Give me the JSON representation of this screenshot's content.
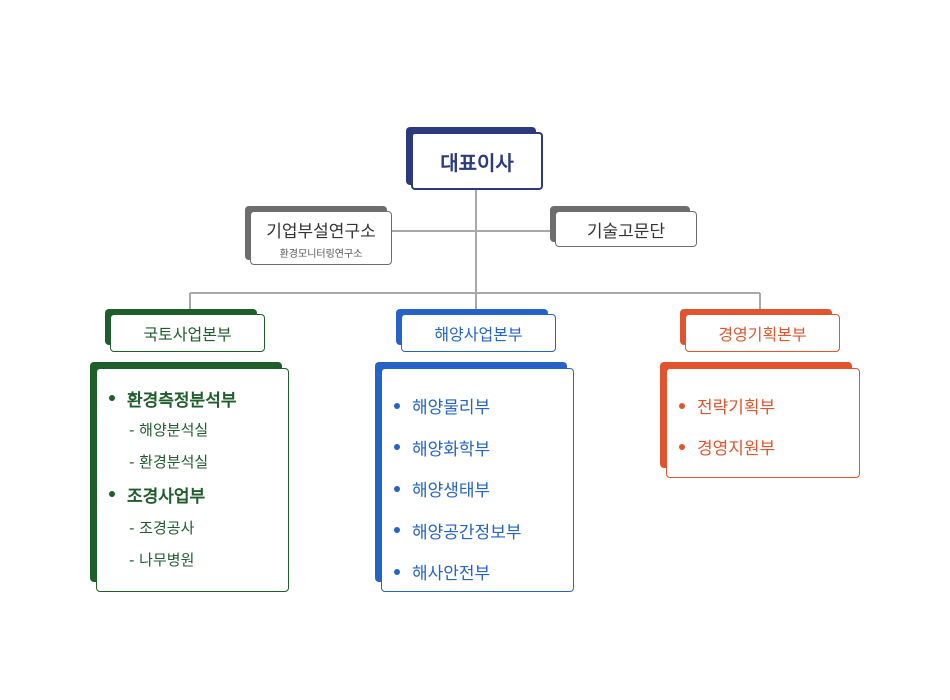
{
  "colors": {
    "ceo": "#2b3a7c",
    "grey": "#6d6d6d",
    "green": "#1f5e2b",
    "blue": "#2563c9",
    "red": "#e0552e",
    "connector": "#a8a8a8"
  },
  "ceo": {
    "label": "대표이사"
  },
  "lab": {
    "label": "기업부설연구소",
    "sub": "환경모니터링연구소"
  },
  "advisory": {
    "label": "기술고문단"
  },
  "divisions": [
    {
      "label": "국토사업본부",
      "items": [
        {
          "label": "환경측정분석부",
          "children": [
            "- 해양분석실",
            "- 환경분석실"
          ]
        },
        {
          "label": "조경사업부",
          "children": [
            "- 조경공사",
            "- 나무병원"
          ]
        }
      ]
    },
    {
      "label": "해양사업본부",
      "items": [
        {
          "label": "해양물리부"
        },
        {
          "label": "해양화학부"
        },
        {
          "label": "해양생태부"
        },
        {
          "label": "해양공간정보부"
        },
        {
          "label": "해사안전부"
        }
      ]
    },
    {
      "label": "경영기획본부",
      "items": [
        {
          "label": "전략기획부"
        },
        {
          "label": "경영지원부"
        }
      ]
    }
  ]
}
